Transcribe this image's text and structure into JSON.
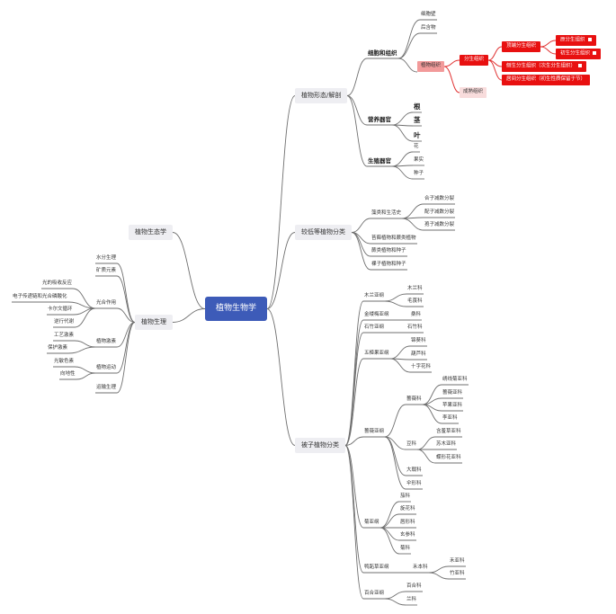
{
  "center": "植物生物学",
  "branches": {
    "morphology": "植物形态/解剖",
    "lower_plants": "较低等植物分类",
    "angiosperm": "被子植物分类",
    "ecology": "植物生态学",
    "physiology": "植物生理"
  },
  "morphology": {
    "cell": "细胞和组织",
    "cell_wall": "细胞壁",
    "later": "后含物",
    "tissue": "植物组织",
    "meristem": "分生组织",
    "mature": "成熟组织",
    "apical": "顶端分生组织",
    "primordial": "原分生组织",
    "primary": "初生分生组织",
    "lateral": "侧生分生组织（次生分生组织）",
    "intercalary": "居间分生组织（初生性质保留于节）",
    "veg": "营养器官",
    "root": "根",
    "stem": "茎",
    "leaf": "叶",
    "repro": "生殖器官",
    "flower": "花",
    "fruit": "果实",
    "seed": "种子"
  },
  "lower": {
    "algae_fungi": "藻类和生活史",
    "haplo": "合子减数分裂",
    "gamete": "配子减数分裂",
    "spore": "孢子减数分裂",
    "bryo_fern": "苔藓植物和蕨类植物",
    "fern": "蕨类植物和种子",
    "gymno": "裸子植物和种子"
  },
  "angio": {
    "magnoliales": "木兰亚纲",
    "magnoliaceae": "木兰科",
    "ranunculaceae": "毛茛科",
    "hamamelidae": "金缕梅亚纲",
    "moraceae": "桑科",
    "caryophyllidae": "石竹亚纲",
    "caryophyllaceae": "石竹科",
    "dilleniidae": "五桠果亚纲",
    "malvaceae": "锦葵科",
    "cucurbitaceae": "葫芦科",
    "cruciferae": "十字花科",
    "rosidae": "蔷薇亚纲",
    "rosaceae": "蔷薇科",
    "spiraea": "绣线菊亚科",
    "rosoideae": "蔷薇亚科",
    "maloideae": "苹果亚科",
    "prunoideae": "李亚科",
    "leguminosae": "豆科",
    "mimosoideae": "含羞草亚科",
    "caesalpinia": "苏木亚科",
    "papilionoideae": "蝶形花亚科",
    "euphorbiaceae": "大戟科",
    "umbelliferae": "伞形科",
    "asteridae": "菊亚纲",
    "solanaceae": "茄科",
    "convolvulaceae": "旋花科",
    "labiatae": "唇形科",
    "scrophulariaceae": "玄参科",
    "compositae": "菊科",
    "commelinidae": "鸭跖草亚纲",
    "gramineae": "禾本科",
    "bambusoideae": "禾亚科",
    "bamboo": "竹亚科",
    "liliidae": "百合亚纲",
    "liliaceae": "百合科",
    "orchidaceae": "兰科"
  },
  "physio": {
    "water": "水分生理",
    "mineral": "矿质元素",
    "photo": "光合作用",
    "light_reaction": "光的吸收反应",
    "electron": "电子传递链和光合磷酸化",
    "calvin": "卡尔文循环",
    "photoresp": "逆行代谢",
    "plant_hormone": "植物激素",
    "skill": "工艺激素",
    "growth_h": "保护激素",
    "movement": "植物运动",
    "photochrome": "光敏色素",
    "tropism": "向地性",
    "trans": "运输生理"
  }
}
